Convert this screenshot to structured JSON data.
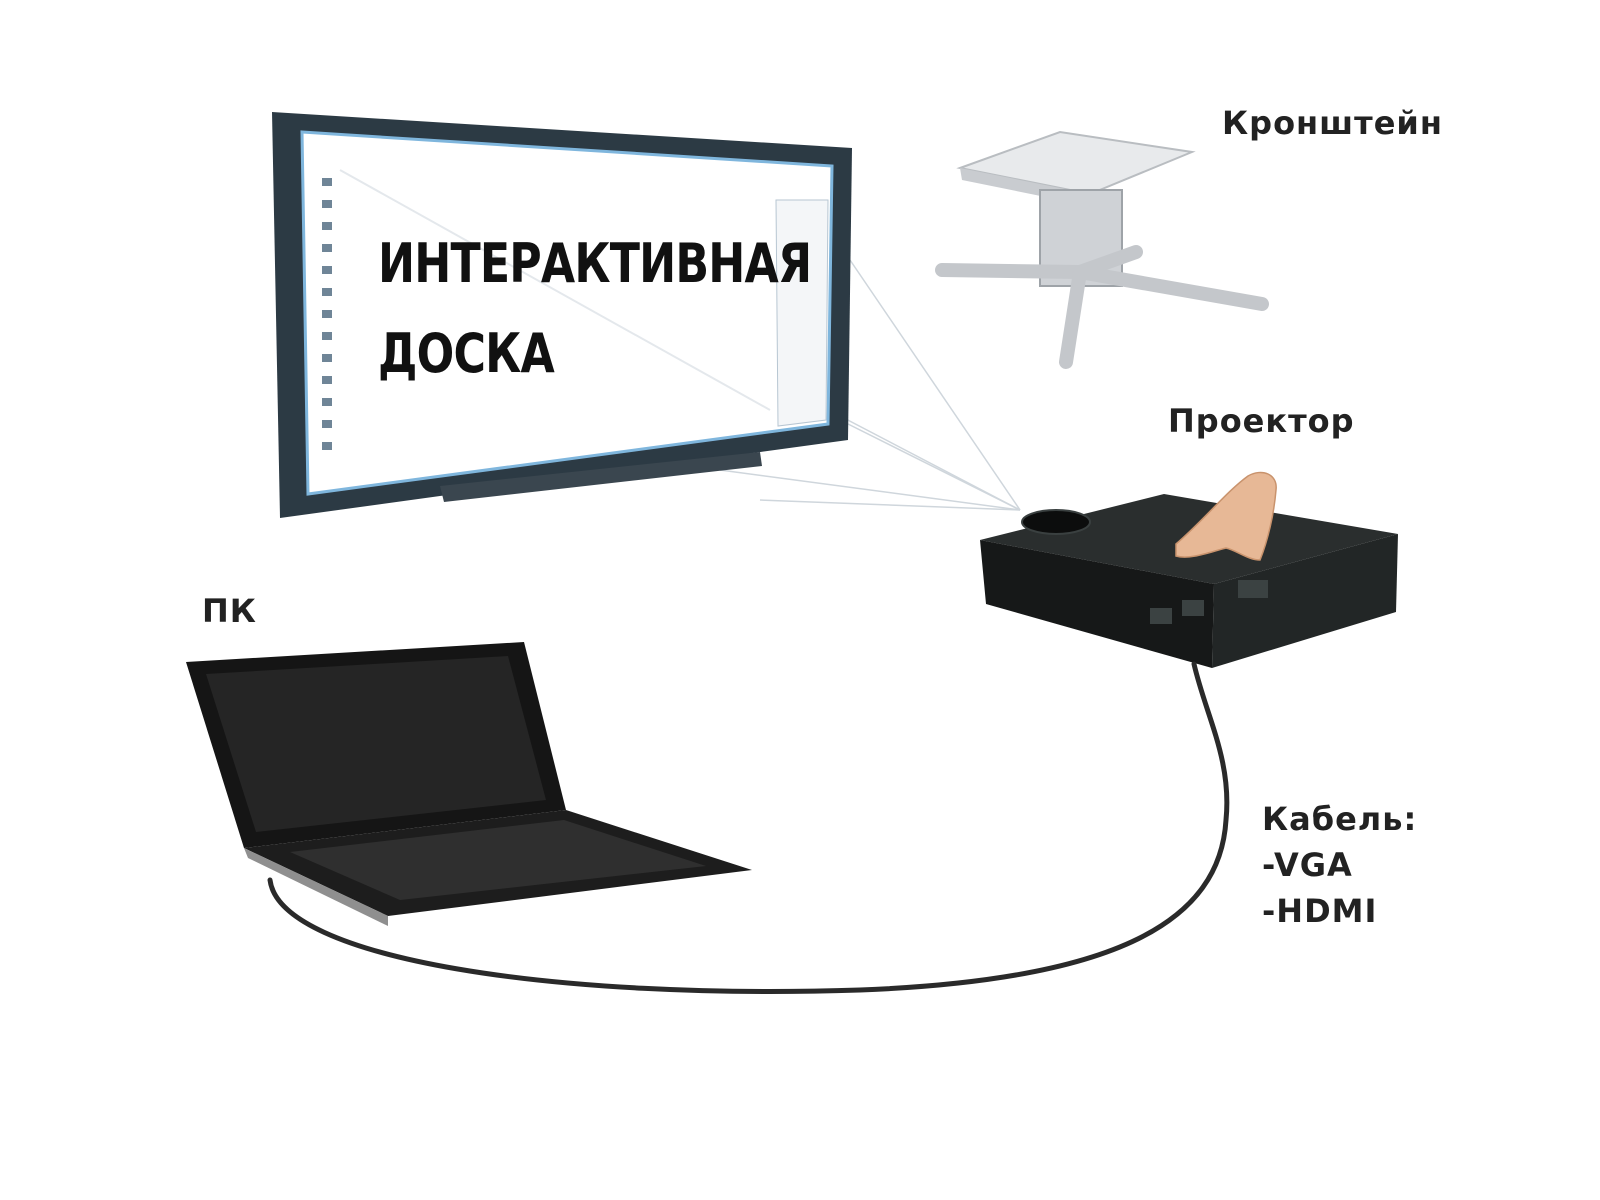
{
  "board": {
    "line1": "ИНТЕРАКТИВНАЯ",
    "line2": "ДОСКА"
  },
  "labels": {
    "bracket": "Кронштейн",
    "projector": "Проектор",
    "pc": "ПК",
    "cable_title": "Кабель:",
    "cable_vga": "-VGA",
    "cable_hdmi": "-HDMI"
  },
  "colors": {
    "board_frame": "#2c3a44",
    "board_screen": "#ffffff",
    "projector_body": "#1c1f1f",
    "laptop_body": "#151515",
    "bracket": "#d4d6d8",
    "cable": "#2a2a2a"
  }
}
